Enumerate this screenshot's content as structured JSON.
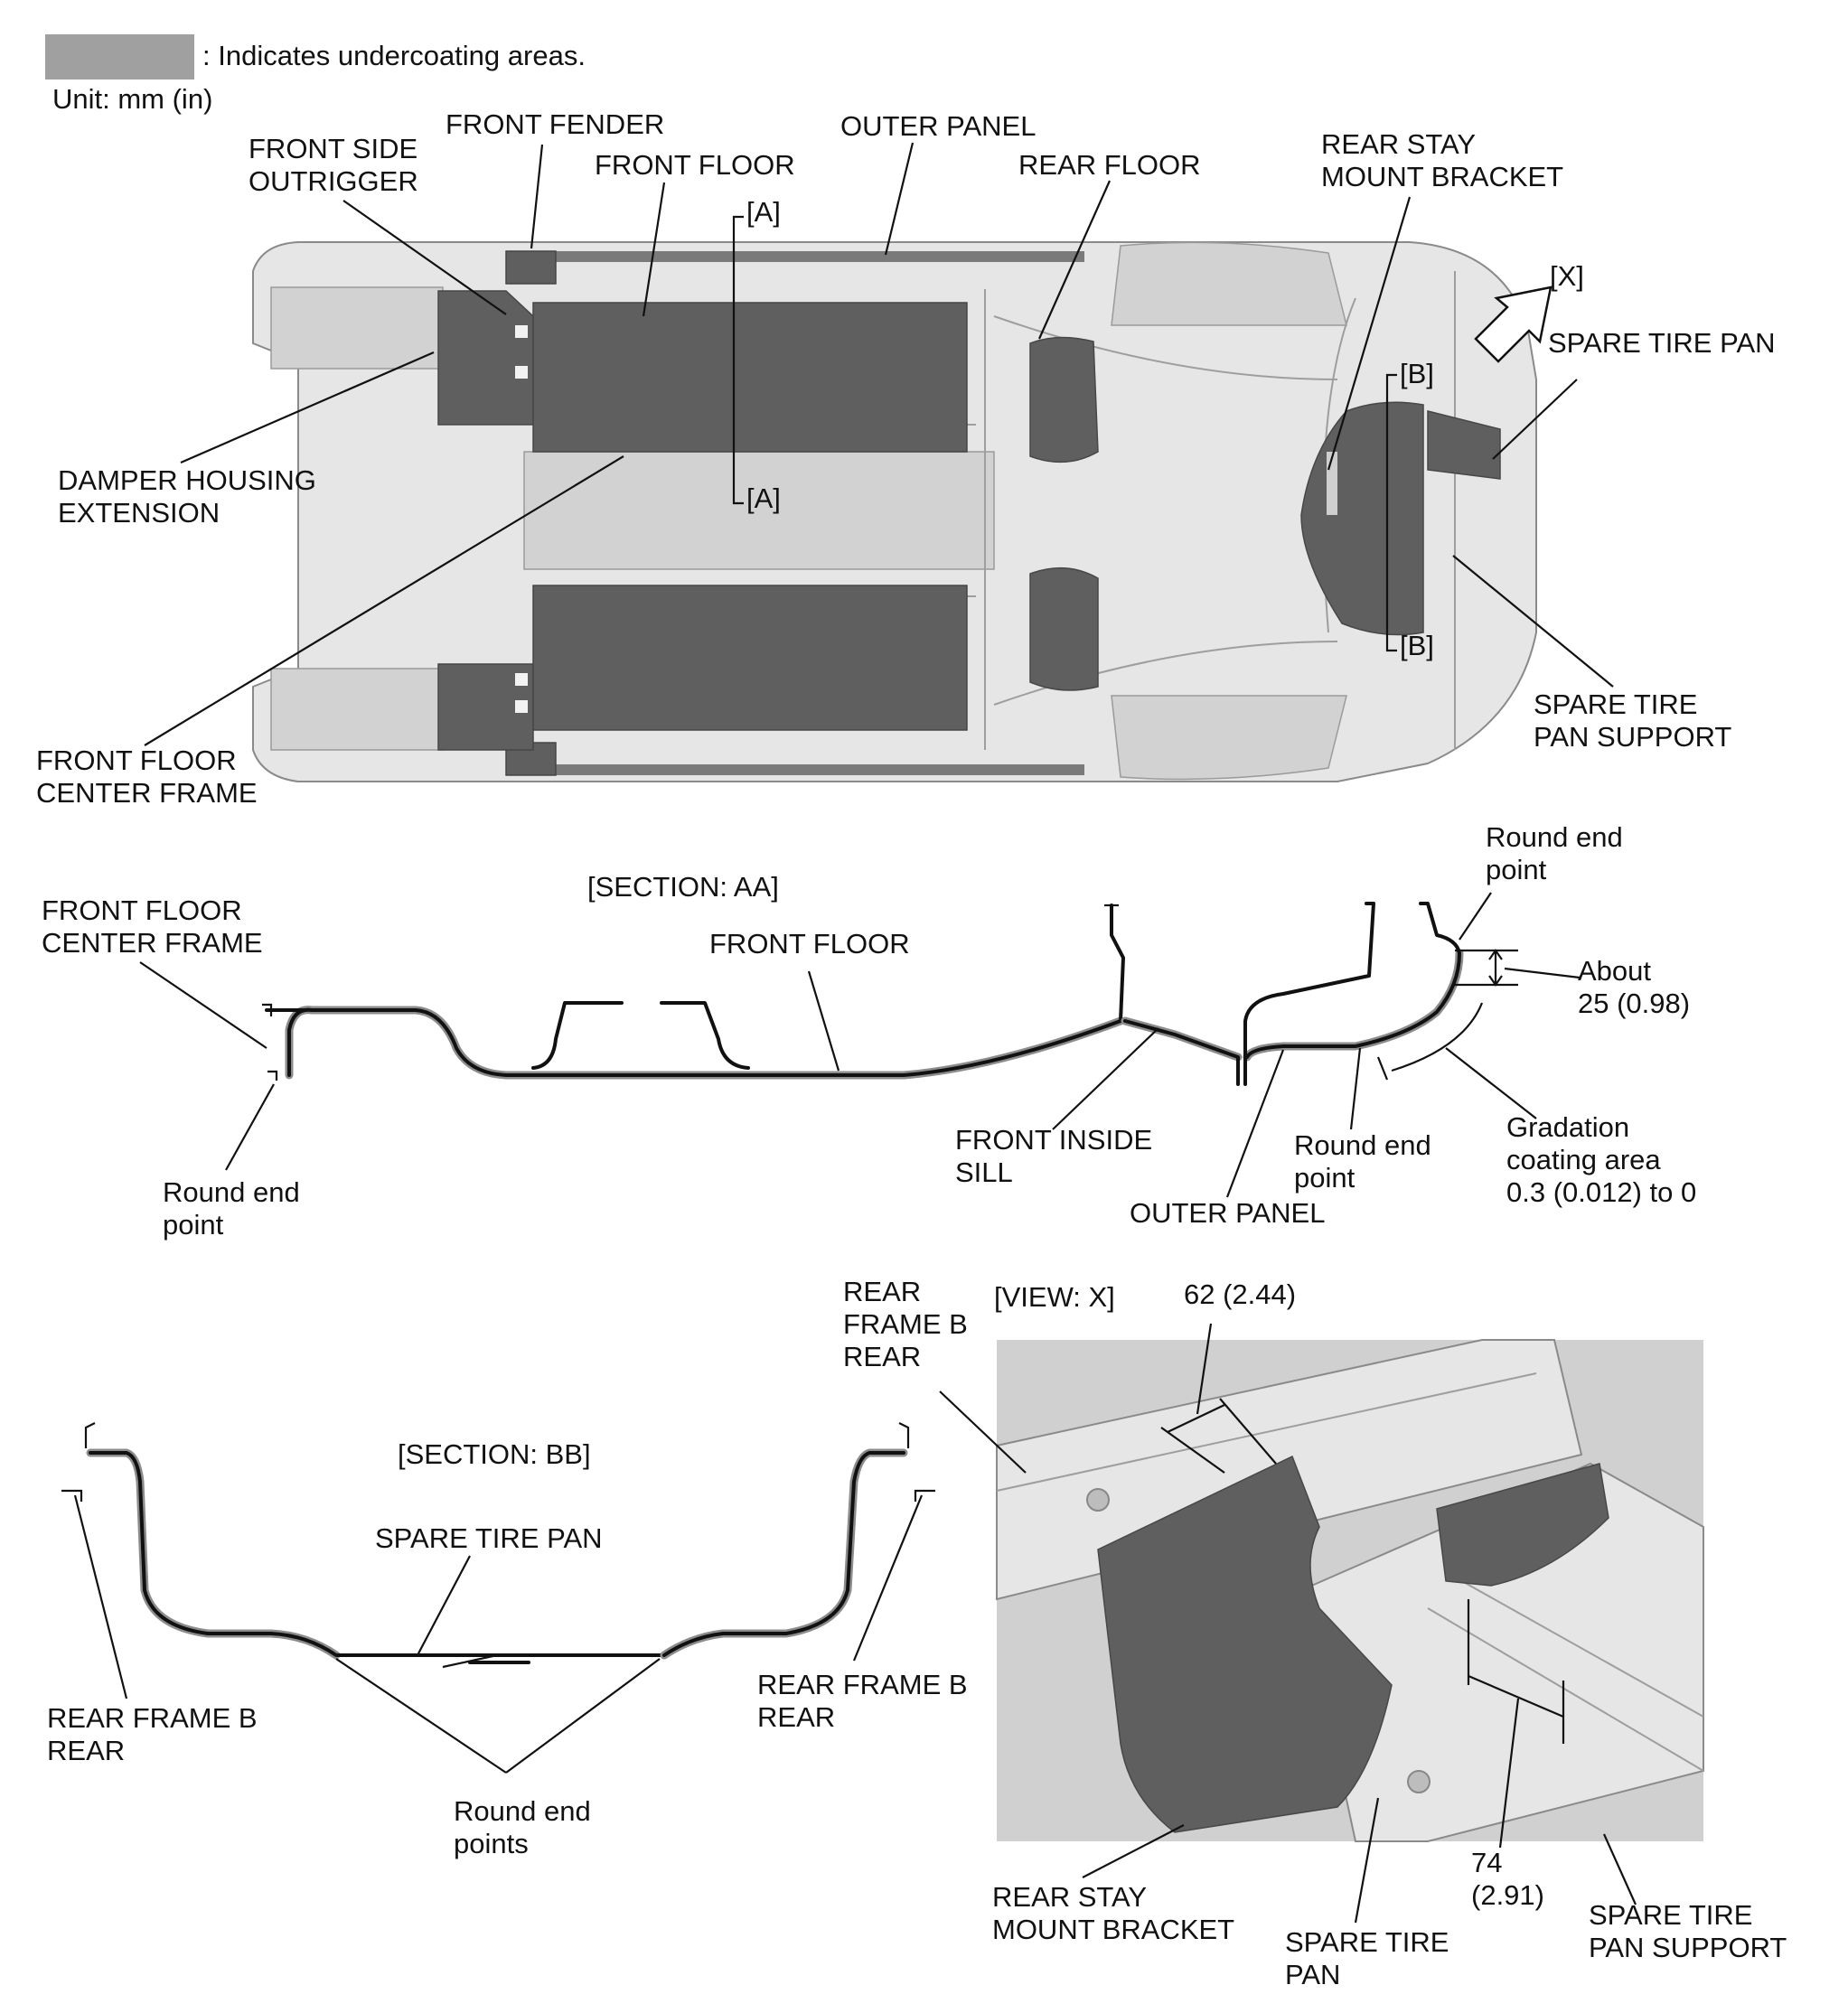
{
  "legend": {
    "swatch_color": "#a0a0a0",
    "text": ": Indicates undercoating areas.",
    "unit": "Unit: mm (in)"
  },
  "top_view": {
    "labels": {
      "front_fender": "FRONT FENDER",
      "outer_panel": "OUTER PANEL",
      "front_side_outrigger": [
        "FRONT SIDE",
        "OUTRIGGER"
      ],
      "front_floor": "FRONT FLOOR",
      "rear_floor": "REAR FLOOR",
      "rear_stay_mount_bracket": [
        "REAR STAY",
        "MOUNT BRACKET"
      ],
      "view_marker": "[X]",
      "spare_tire_pan": "SPARE TIRE PAN",
      "damper_housing_extension": [
        "DAMPER HOUSING",
        "EXTENSION"
      ],
      "front_floor_center_frame": [
        "FRONT FLOOR",
        "CENTER FRAME"
      ],
      "spare_tire_pan_support": [
        "SPARE TIRE",
        "PAN SUPPORT"
      ],
      "section_a_top": "[A]",
      "section_a_bottom": "[A]",
      "section_b_top": "[B]",
      "section_b_bottom": "[B]"
    }
  },
  "section_aa": {
    "title": "[SECTION: AA]",
    "labels": {
      "front_floor_center_frame": [
        "FRONT FLOOR",
        "CENTER FRAME"
      ],
      "front_floor": "FRONT FLOOR",
      "round_end_point_left": [
        "Round end",
        "point"
      ],
      "front_inside_sill": [
        "FRONT INSIDE",
        "SILL"
      ],
      "outer_panel": "OUTER PANEL",
      "round_end_point_mid": [
        "Round end",
        "point"
      ],
      "round_end_point_top": [
        "Round end",
        "point"
      ],
      "about": [
        "About",
        "25 (0.98)"
      ],
      "gradation": [
        "Gradation",
        "coating area",
        "0.3 (0.012) to 0"
      ]
    }
  },
  "section_bb": {
    "title": "[SECTION: BB]",
    "labels": {
      "spare_tire_pan": "SPARE TIRE PAN",
      "rear_frame_b_rear_left": [
        "REAR FRAME B",
        "REAR"
      ],
      "rear_frame_b_rear_right": [
        "REAR FRAME B",
        "REAR"
      ],
      "round_end_points": [
        "Round end",
        "points"
      ]
    }
  },
  "view_x": {
    "title": "[VIEW: X]",
    "labels": {
      "rear_frame_b_rear": [
        "REAR",
        "FRAME B",
        "REAR"
      ],
      "dim_62": "62 (2.44)",
      "dim_74": [
        "74",
        "(2.91)"
      ],
      "rear_stay_mount_bracket": [
        "REAR STAY",
        "MOUNT BRACKET"
      ],
      "spare_tire_pan": [
        "SPARE TIRE",
        "PAN"
      ],
      "spare_tire_pan_support": [
        "SPARE TIRE",
        "PAN SUPPORT"
      ]
    }
  }
}
